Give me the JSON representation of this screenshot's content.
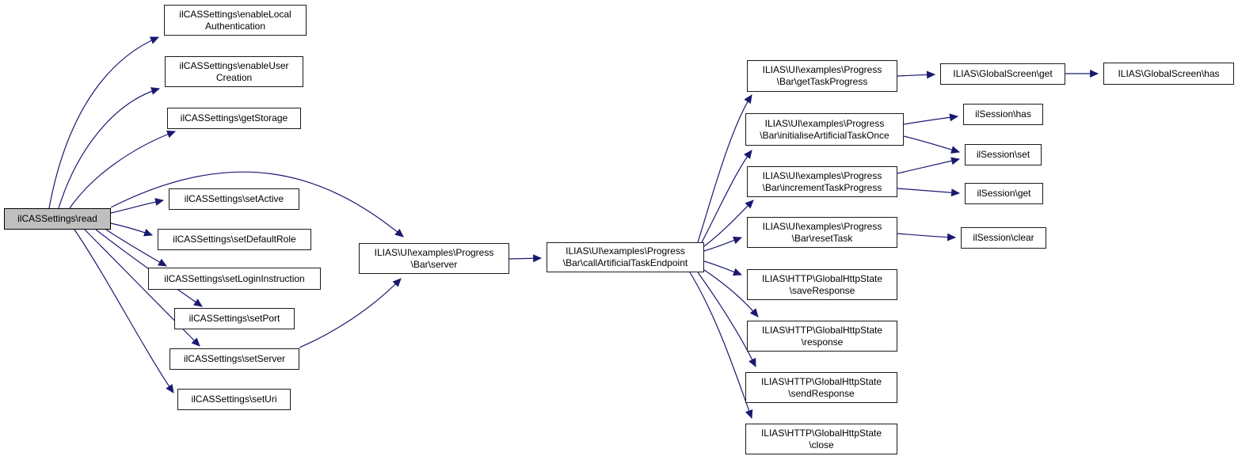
{
  "diagram": {
    "kind": "doxygen-call-graph",
    "background": "#ffffff",
    "edge_color": "#191970",
    "node_fill": "#ffffff",
    "node_border": "#1a1a1a",
    "root_fill": "#bfbfbf",
    "root_node": "ilCASSettings\\read",
    "nodes": [
      {
        "id": "read",
        "role": "root",
        "lines": [
          "ilCASSettings\\read"
        ]
      },
      {
        "id": "enable-local-authentication",
        "role": "node",
        "lines": [
          "ilCASSettings\\enableLocal",
          "Authentication"
        ]
      },
      {
        "id": "enable-user-creation",
        "role": "node",
        "lines": [
          "ilCASSettings\\enableUser",
          "Creation"
        ]
      },
      {
        "id": "get-storage",
        "role": "node",
        "lines": [
          "ilCASSettings\\getStorage"
        ]
      },
      {
        "id": "set-active",
        "role": "node",
        "lines": [
          "ilCASSettings\\setActive"
        ]
      },
      {
        "id": "set-default-role",
        "role": "node",
        "lines": [
          "ilCASSettings\\setDefaultRole"
        ]
      },
      {
        "id": "set-login-instruction",
        "role": "node",
        "lines": [
          "ilCASSettings\\setLoginInstruction"
        ]
      },
      {
        "id": "set-port",
        "role": "node",
        "lines": [
          "ilCASSettings\\setPort"
        ]
      },
      {
        "id": "set-server",
        "role": "node",
        "lines": [
          "ilCASSettings\\setServer"
        ]
      },
      {
        "id": "set-uri",
        "role": "node",
        "lines": [
          "ilCASSettings\\setUri"
        ]
      },
      {
        "id": "progress-bar-server",
        "role": "node",
        "lines": [
          "ILIAS\\UI\\examples\\Progress",
          "\\Bar\\server"
        ]
      },
      {
        "id": "call-artificial-task-endpoint",
        "role": "node",
        "lines": [
          "ILIAS\\UI\\examples\\Progress",
          "\\Bar\\callArtificialTaskEndpoint"
        ]
      },
      {
        "id": "get-task-progress",
        "role": "node",
        "lines": [
          "ILIAS\\UI\\examples\\Progress",
          "\\Bar\\getTaskProgress"
        ]
      },
      {
        "id": "initialise-artificial-task-once",
        "role": "node",
        "lines": [
          "ILIAS\\UI\\examples\\Progress",
          "\\Bar\\initialiseArtificialTaskOnce"
        ]
      },
      {
        "id": "increment-task-progress",
        "role": "node",
        "lines": [
          "ILIAS\\UI\\examples\\Progress",
          "\\Bar\\incrementTaskProgress"
        ]
      },
      {
        "id": "reset-task",
        "role": "node",
        "lines": [
          "ILIAS\\UI\\examples\\Progress",
          "\\Bar\\resetTask"
        ]
      },
      {
        "id": "save-response",
        "role": "node",
        "lines": [
          "ILIAS\\HTTP\\GlobalHttpState",
          "\\saveResponse"
        ]
      },
      {
        "id": "response",
        "role": "node",
        "lines": [
          "ILIAS\\HTTP\\GlobalHttpState",
          "\\response"
        ]
      },
      {
        "id": "send-response",
        "role": "node",
        "lines": [
          "ILIAS\\HTTP\\GlobalHttpState",
          "\\sendResponse"
        ]
      },
      {
        "id": "close",
        "role": "node",
        "lines": [
          "ILIAS\\HTTP\\GlobalHttpState",
          "\\close"
        ]
      },
      {
        "id": "globalscreen-get",
        "role": "node",
        "lines": [
          "ILIAS\\GlobalScreen\\get"
        ]
      },
      {
        "id": "globalscreen-has",
        "role": "node",
        "lines": [
          "ILIAS\\GlobalScreen\\has"
        ]
      },
      {
        "id": "session-has",
        "role": "node",
        "lines": [
          "ilSession\\has"
        ]
      },
      {
        "id": "session-set",
        "role": "node",
        "lines": [
          "ilSession\\set"
        ]
      },
      {
        "id": "session-get",
        "role": "node",
        "lines": [
          "ilSession\\get"
        ]
      },
      {
        "id": "session-clear",
        "role": "node",
        "lines": [
          "ilSession\\clear"
        ]
      }
    ],
    "edges": [
      {
        "from": "read",
        "to": "enable-local-authentication"
      },
      {
        "from": "read",
        "to": "enable-user-creation"
      },
      {
        "from": "read",
        "to": "get-storage"
      },
      {
        "from": "read",
        "to": "set-active"
      },
      {
        "from": "read",
        "to": "set-default-role"
      },
      {
        "from": "read",
        "to": "set-login-instruction"
      },
      {
        "from": "read",
        "to": "set-port"
      },
      {
        "from": "read",
        "to": "set-server"
      },
      {
        "from": "read",
        "to": "set-uri"
      },
      {
        "from": "read",
        "to": "progress-bar-server"
      },
      {
        "from": "set-server",
        "to": "progress-bar-server"
      },
      {
        "from": "progress-bar-server",
        "to": "call-artificial-task-endpoint"
      },
      {
        "from": "call-artificial-task-endpoint",
        "to": "get-task-progress"
      },
      {
        "from": "call-artificial-task-endpoint",
        "to": "initialise-artificial-task-once"
      },
      {
        "from": "call-artificial-task-endpoint",
        "to": "increment-task-progress"
      },
      {
        "from": "call-artificial-task-endpoint",
        "to": "reset-task"
      },
      {
        "from": "call-artificial-task-endpoint",
        "to": "save-response"
      },
      {
        "from": "call-artificial-task-endpoint",
        "to": "response"
      },
      {
        "from": "call-artificial-task-endpoint",
        "to": "send-response"
      },
      {
        "from": "call-artificial-task-endpoint",
        "to": "close"
      },
      {
        "from": "get-task-progress",
        "to": "globalscreen-get"
      },
      {
        "from": "globalscreen-get",
        "to": "globalscreen-has"
      },
      {
        "from": "initialise-artificial-task-once",
        "to": "session-has"
      },
      {
        "from": "initialise-artificial-task-once",
        "to": "session-set"
      },
      {
        "from": "increment-task-progress",
        "to": "session-set"
      },
      {
        "from": "increment-task-progress",
        "to": "session-get"
      },
      {
        "from": "reset-task",
        "to": "session-clear"
      }
    ]
  }
}
